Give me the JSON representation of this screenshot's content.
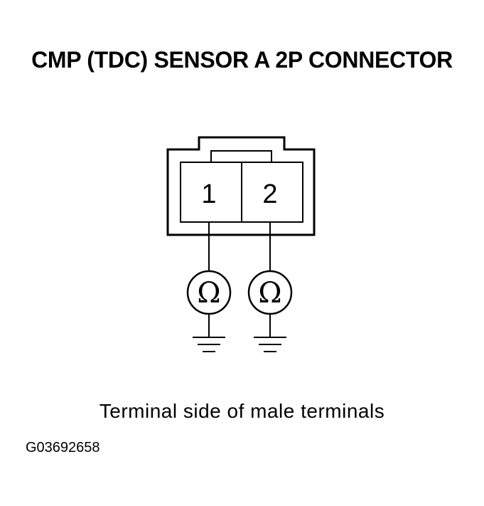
{
  "title": "CMP (TDC) SENSOR A 2P CONNECTOR",
  "connector": {
    "pins": [
      {
        "label": "1"
      },
      {
        "label": "2"
      }
    ]
  },
  "meter_symbol": "Ω",
  "caption": "Terminal side of male terminals",
  "figure_id": "G03692658",
  "icons": [
    "ohmmeter-icon",
    "ground-icon"
  ]
}
